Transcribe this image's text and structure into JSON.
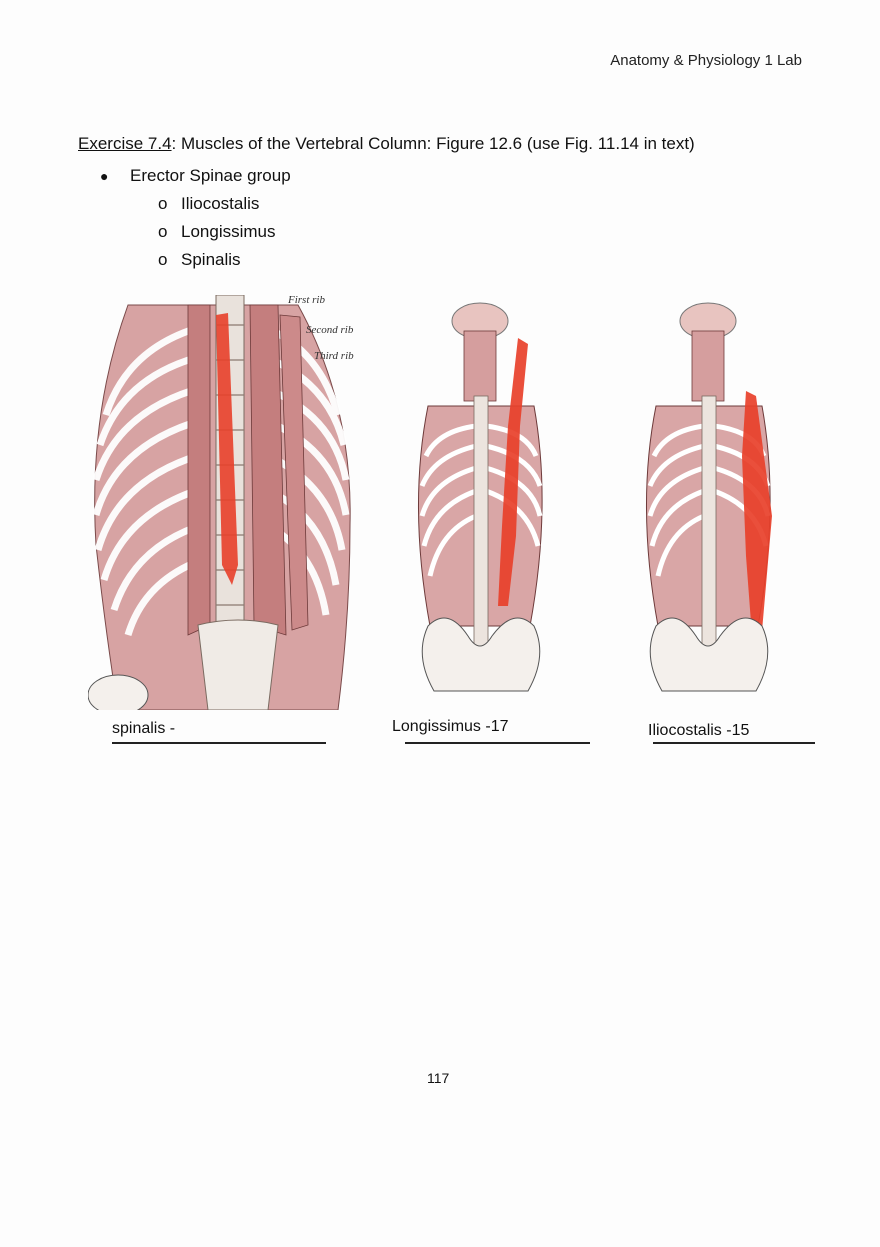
{
  "header": {
    "course": "Anatomy & Physiology 1 Lab"
  },
  "exercise": {
    "id": "Exercise 7.4",
    "sep": ":",
    "title": "  Muscles of the Vertebral Column: Figure 12.6 (use Fig. 11.14 in text)"
  },
  "bullet": {
    "label": "Erector Spinae group",
    "sub": [
      "Iliocostalis",
      "Longissimus",
      "Spinalis"
    ]
  },
  "figure_left_labels": {
    "first": "First rib",
    "second": "Second rib",
    "third": "Third rib"
  },
  "answers": [
    "spinalis -",
    "Longissimus -17",
    "Iliocostalis -15"
  ],
  "page_number": "117",
  "colors": {
    "muscle": "#c98a8a",
    "highlight": "#e8402a",
    "bone": "#f4f0ec"
  }
}
